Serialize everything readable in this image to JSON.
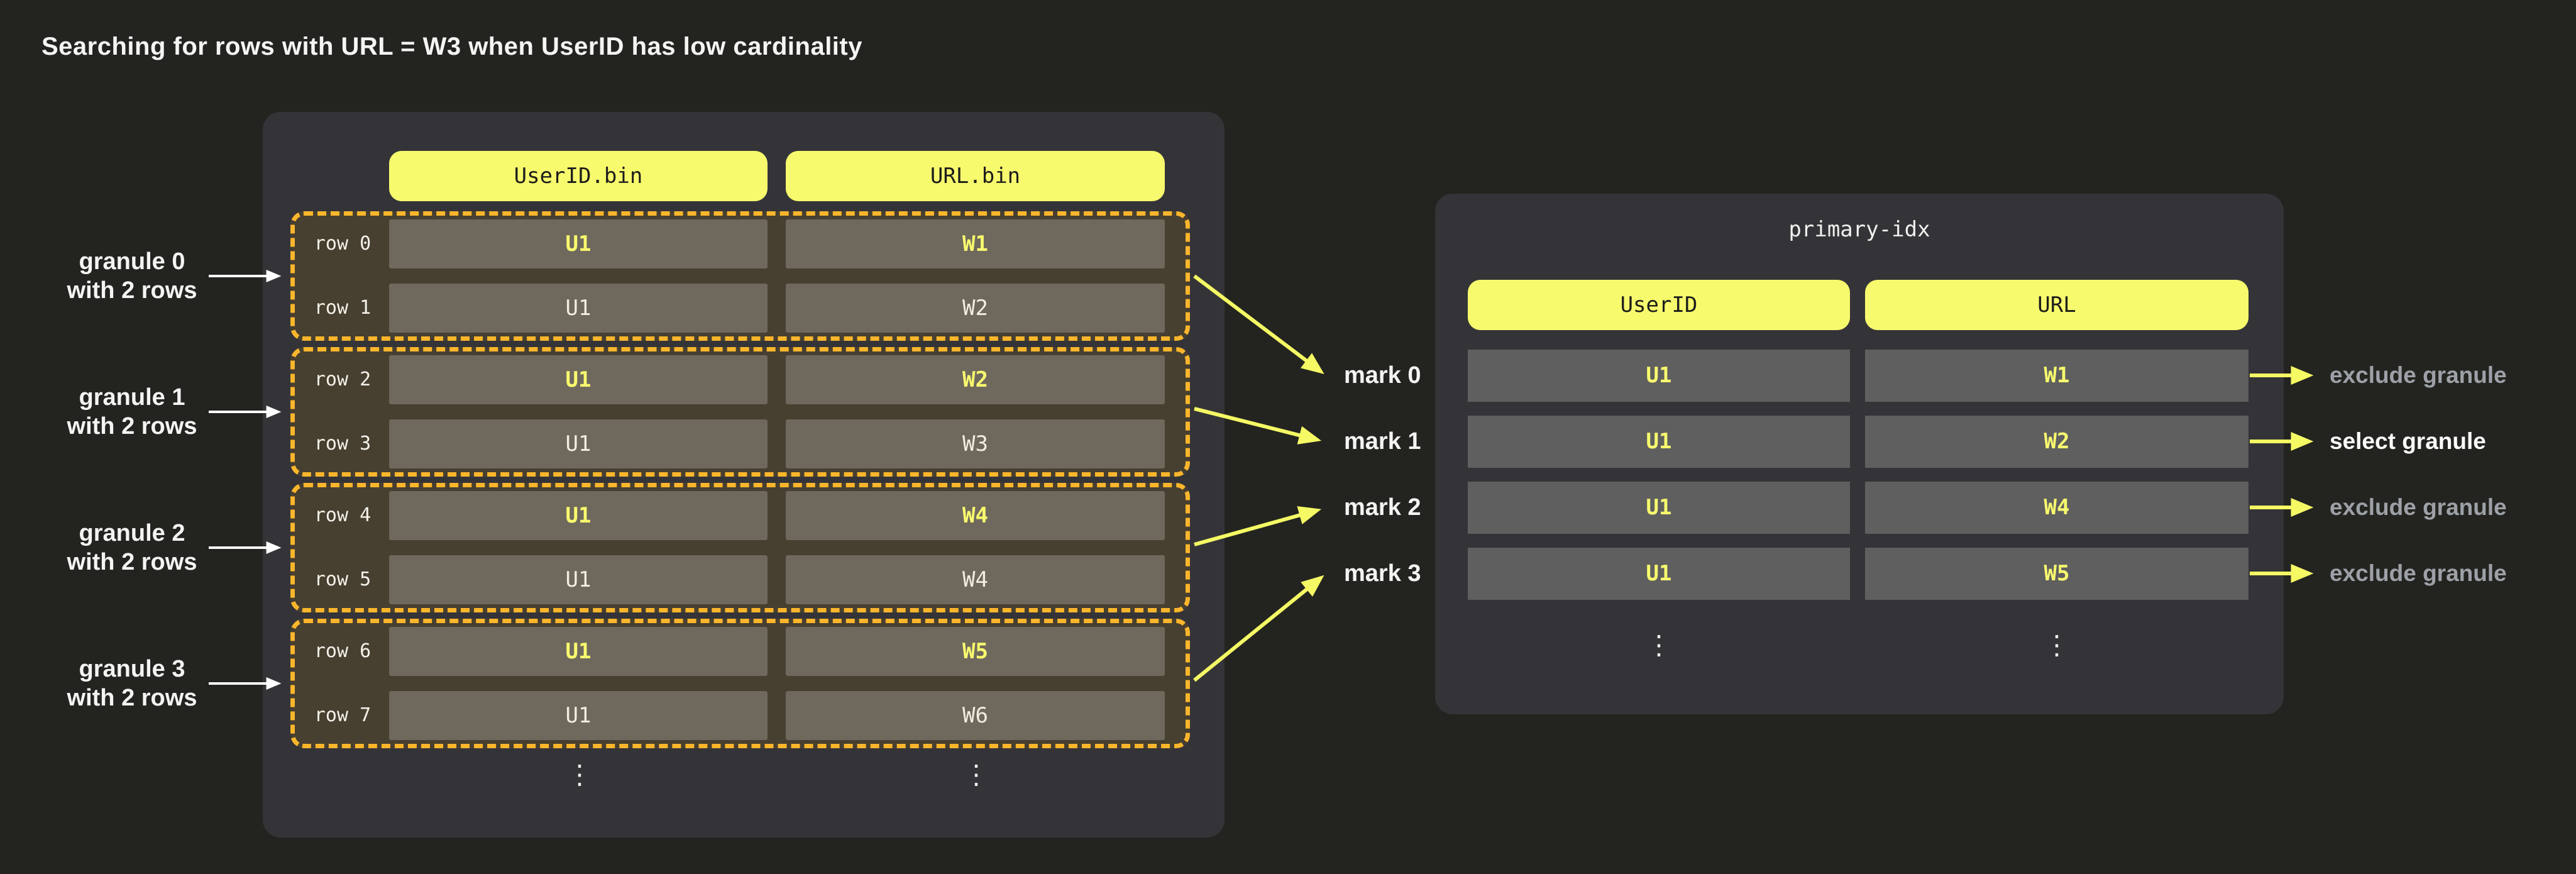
{
  "title": "Searching for rows with  URL = W3 when UserID has low cardinality",
  "colors": {
    "background": "#232420",
    "panel": "#343438",
    "granule_fill": "#473f30",
    "granule_border": "#fcb62c",
    "data_cell": "#6f695d",
    "index_cell": "#5f5f5f",
    "accent_yellow": "#f8fa6e",
    "arrow_yellow": "#f5f964",
    "muted_text": "#9da1a7",
    "white_text": "#f4f4f2"
  },
  "left_table": {
    "column_headers": [
      "UserID.bin",
      "URL.bin"
    ],
    "granules": [
      {
        "label": "granule 0",
        "sublabel": "with 2 rows",
        "rows": [
          {
            "name": "row 0",
            "userid": "U1",
            "url": "W1"
          },
          {
            "name": "row 1",
            "userid": "U1",
            "url": "W2"
          }
        ]
      },
      {
        "label": "granule 1",
        "sublabel": "with 2 rows",
        "rows": [
          {
            "name": "row 2",
            "userid": "U1",
            "url": "W2"
          },
          {
            "name": "row 3",
            "userid": "U1",
            "url": "W3"
          }
        ]
      },
      {
        "label": "granule 2",
        "sublabel": "with 2 rows",
        "rows": [
          {
            "name": "row 4",
            "userid": "U1",
            "url": "W4"
          },
          {
            "name": "row 5",
            "userid": "U1",
            "url": "W4"
          }
        ]
      },
      {
        "label": "granule 3",
        "sublabel": "with 2 rows",
        "rows": [
          {
            "name": "row 6",
            "userid": "U1",
            "url": "W5"
          },
          {
            "name": "row 7",
            "userid": "U1",
            "url": "W6"
          }
        ]
      }
    ],
    "ellipsis": "⋮"
  },
  "marks": [
    {
      "label": "mark 0"
    },
    {
      "label": "mark 1"
    },
    {
      "label": "mark 2"
    },
    {
      "label": "mark 3"
    }
  ],
  "primary_index": {
    "title": "primary-idx",
    "column_headers": [
      "UserID",
      "URL"
    ],
    "rows": [
      {
        "userid": "U1",
        "url": "W1",
        "action": "exclude granule",
        "selected": false
      },
      {
        "userid": "U1",
        "url": "W2",
        "action": "select granule",
        "selected": true
      },
      {
        "userid": "U1",
        "url": "W4",
        "action": "exclude granule",
        "selected": false
      },
      {
        "userid": "U1",
        "url": "W5",
        "action": "exclude granule",
        "selected": false
      }
    ],
    "ellipsis": "⋮"
  }
}
